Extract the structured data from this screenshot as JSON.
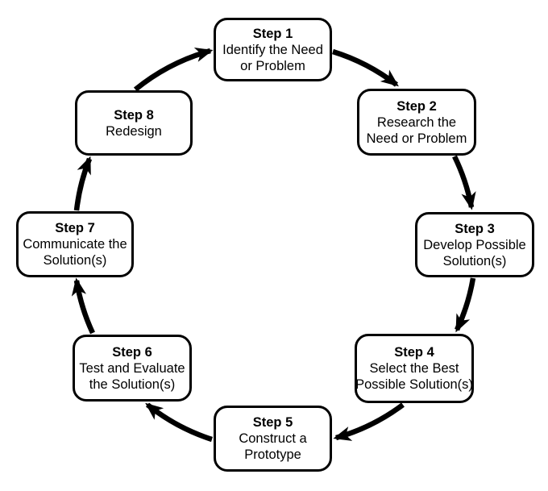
{
  "steps": [
    {
      "title": "Step 1",
      "label": "Identify the Need or Problem",
      "lines": [
        "Identify the Need",
        "or Problem"
      ]
    },
    {
      "title": "Step 2",
      "label": "Research the Need or Problem",
      "lines": [
        "Research the",
        "Need or Problem"
      ]
    },
    {
      "title": "Step 3",
      "label": "Develop Possible Solution(s)",
      "lines": [
        "Develop Possible",
        "Solution(s)"
      ]
    },
    {
      "title": "Step 4",
      "label": "Select the Best Possible Solution(s)",
      "lines": [
        "Select the Best",
        "Possible Solution(s)"
      ]
    },
    {
      "title": "Step 5",
      "label": "Construct a Prototype",
      "lines": [
        "Construct a",
        "Prototype"
      ]
    },
    {
      "title": "Step 6",
      "label": "Test and Evaluate the Solution(s)",
      "lines": [
        "Test and Evaluate",
        "the Solution(s)"
      ]
    },
    {
      "title": "Step 7",
      "label": "Communicate the Solution(s)",
      "lines": [
        "Communicate the",
        "Solution(s)"
      ]
    },
    {
      "title": "Step 8",
      "label": "Redesign",
      "lines": [
        "Redesign"
      ]
    }
  ],
  "flow": {
    "shape": "cycle",
    "direction": "clockwise",
    "connections": [
      [
        1,
        2
      ],
      [
        2,
        3
      ],
      [
        3,
        4
      ],
      [
        4,
        5
      ],
      [
        5,
        6
      ],
      [
        6,
        7
      ],
      [
        7,
        8
      ],
      [
        8,
        1
      ]
    ]
  },
  "colors": {
    "arrow": "#000000",
    "box_border": "#000000",
    "box_fill": "#ffffff",
    "text": "#000000",
    "background": "#ffffff"
  }
}
